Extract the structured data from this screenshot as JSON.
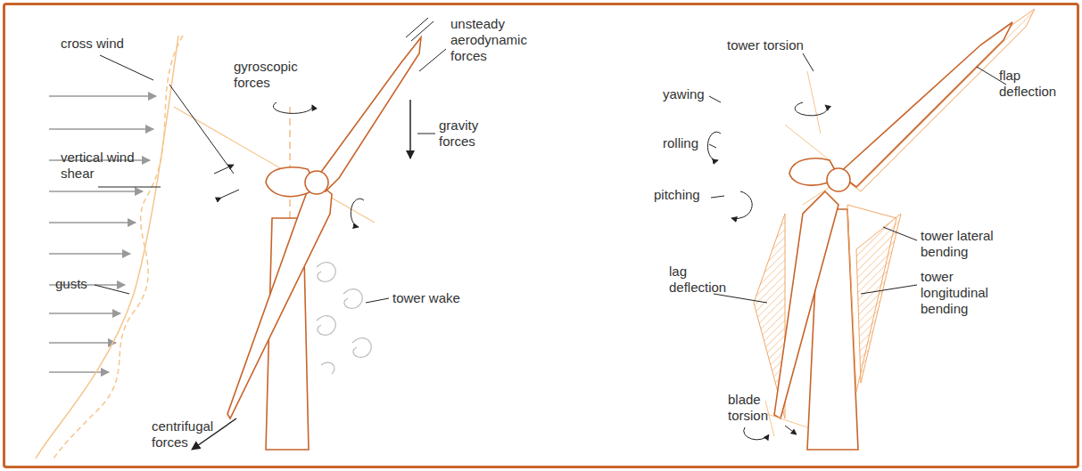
{
  "diagram": {
    "labels": [
      "cross wind",
      "unsteady aerodynamic forces",
      "gyroscopic forces",
      "vertical wind shear",
      "gravity forces",
      "gusts",
      "tower wake",
      "centrifugal forces",
      "tower torsion",
      "flap deflection",
      "yawing",
      "rolling",
      "pitching",
      "lag deflection",
      "blade torsion",
      "tower lateral bending",
      "tower longitudinal bending"
    ]
  }
}
